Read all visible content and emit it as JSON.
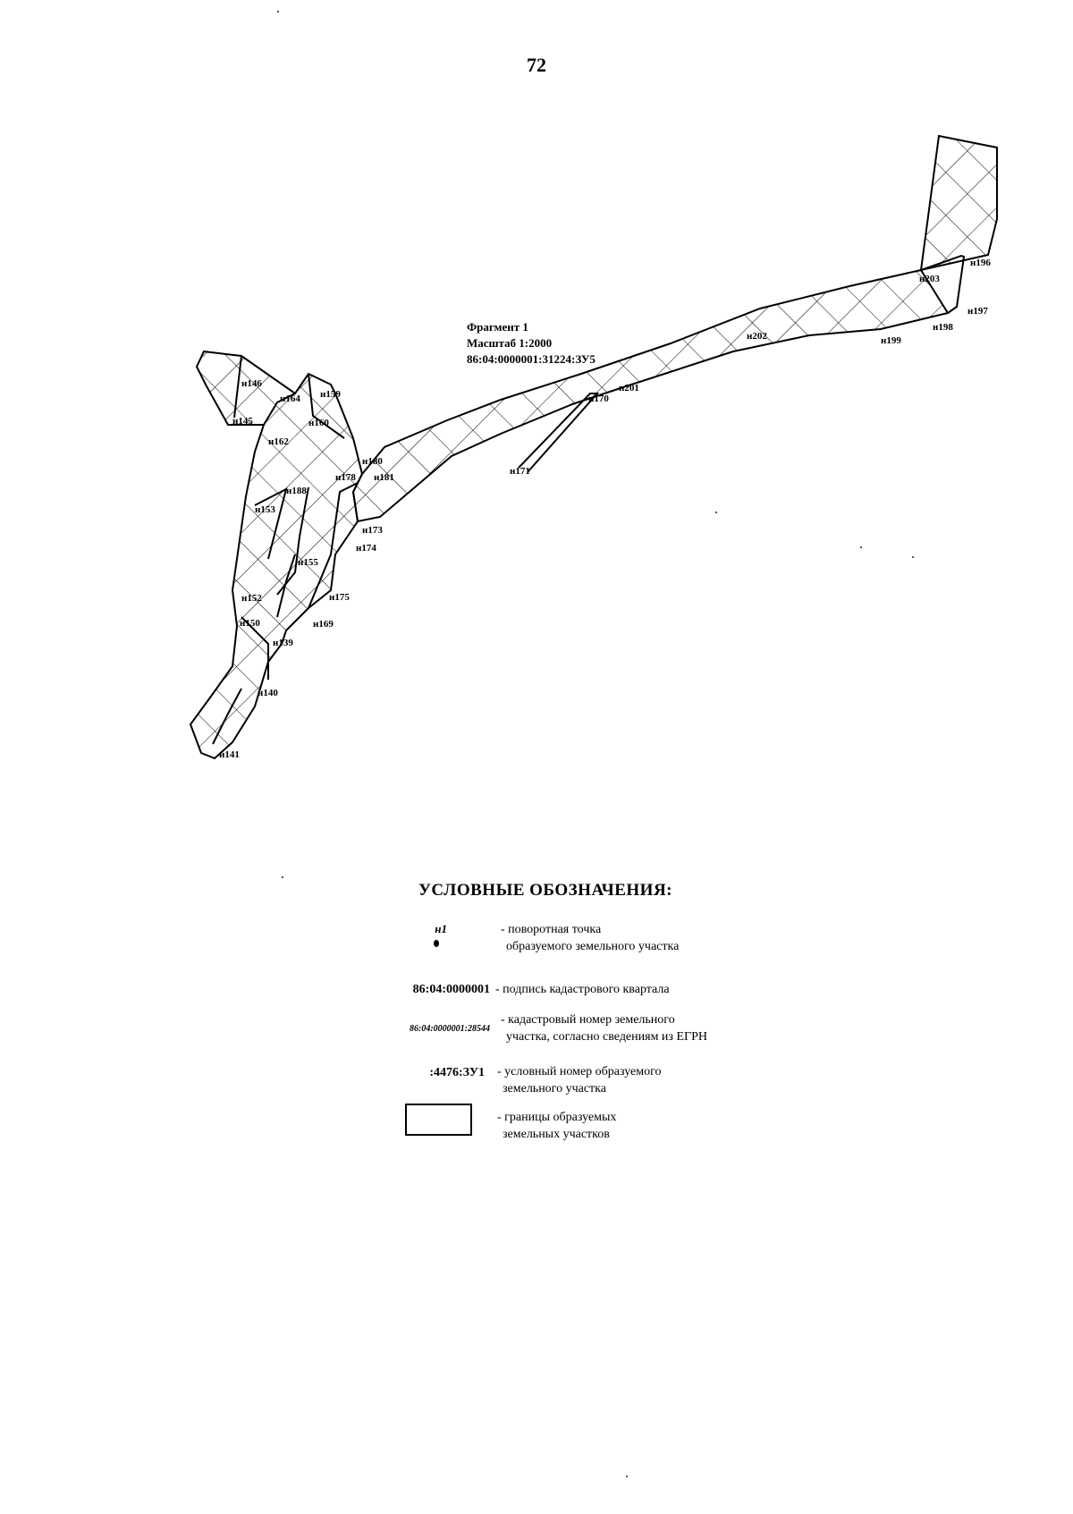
{
  "page_number": "72",
  "fragment": {
    "title": "Фрагмент 1",
    "scale": "Масштаб 1:2000",
    "parcel": "86:04:0000001:31224:ЗУ5"
  },
  "points": [
    "н141",
    "н140",
    "н139",
    "н150",
    "н152",
    "н169",
    "н175",
    "н155",
    "н153",
    "н188",
    "н162",
    "н145",
    "н146",
    "н164",
    "н159",
    "н160",
    "н178",
    "н180",
    "н181",
    "н173",
    "н174",
    "н171",
    "н170",
    "н201",
    "н202",
    "н199",
    "н198",
    "н197",
    "н203",
    "н196"
  ],
  "legend": {
    "title": "УСЛОВНЫЕ ОБОЗНАЧЕНИЯ:",
    "items": [
      {
        "symbol": "н1",
        "text1": "- поворотная точка",
        "text2": "образуемого земельного участка"
      },
      {
        "symbol": "86:04:0000001",
        "text1": "- подпись кадастрового квартала",
        "text2": ""
      },
      {
        "symbol": "86:04:0000001:28544",
        "text1": "- кадастровый номер земельного",
        "text2": "участка, согласно сведениям из ЕГРН"
      },
      {
        "symbol": ":4476:ЗУ1",
        "text1": "- условный номер образуемого",
        "text2": "земельного участка"
      },
      {
        "symbol": "",
        "text1": "- границы образуемых",
        "text2": "земельных участков"
      }
    ]
  }
}
